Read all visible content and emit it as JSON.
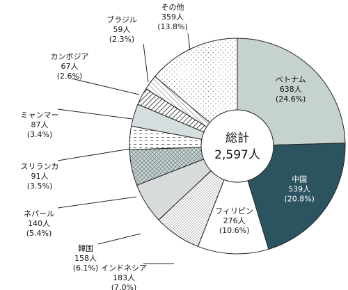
{
  "chart_data": {
    "type": "pie",
    "donut": true,
    "center": {
      "title": "総計",
      "value": "2,597人"
    },
    "start_angle_deg": 0,
    "direction": "clockwise",
    "slices": [
      {
        "name": "ベトナム",
        "count_label": "638人",
        "pct_label": "(24.6%)",
        "value": 638,
        "percent": 24.6,
        "fill": "solid",
        "color": "#c5d2d0",
        "text_color": "#111111"
      },
      {
        "name": "中国",
        "count_label": "539人",
        "pct_label": "(20.8%)",
        "value": 539,
        "percent": 20.8,
        "fill": "solid",
        "color": "#2b5460",
        "text_color": "#ffffff"
      },
      {
        "name": "フィリピン",
        "count_label": "276人",
        "pct_label": "(10.6%)",
        "value": 276,
        "percent": 10.6,
        "fill": "solid",
        "color": "#ffffff",
        "text_color": "#111111"
      },
      {
        "name": "インドネシア",
        "count_label": "183人",
        "pct_label": "(7.0%)",
        "value": 183,
        "percent": 7.0,
        "fill": "dense-dots",
        "color": "#ffffff"
      },
      {
        "name": "韓国",
        "count_label": "158人",
        "pct_label": "(6.1%)",
        "value": 158,
        "percent": 6.1,
        "fill": "solid",
        "color": "#d7dbdb"
      },
      {
        "name": "ネパール",
        "count_label": "140人",
        "pct_label": "(5.4%)",
        "value": 140,
        "percent": 5.4,
        "fill": "crosshatch",
        "color": "#c9d3d3"
      },
      {
        "name": "スリランカ",
        "count_label": "91人",
        "pct_label": "(3.5%)",
        "value": 91,
        "percent": 3.5,
        "fill": "dashes",
        "color": "#ffffff"
      },
      {
        "name": "ミャンマー",
        "count_label": "87人",
        "pct_label": "(3.4%)",
        "value": 87,
        "percent": 3.4,
        "fill": "solid",
        "color": "#d5dede"
      },
      {
        "name": "カンボジア",
        "count_label": "67人",
        "pct_label": "(2.6%)",
        "value": 67,
        "percent": 2.6,
        "fill": "diagonal-dark",
        "color": "#ffffff"
      },
      {
        "name": "ブラジル",
        "count_label": "59人",
        "pct_label": "(2.3%)",
        "value": 59,
        "percent": 2.3,
        "fill": "diagonal-light",
        "color": "#ffffff"
      },
      {
        "name": "その他",
        "count_label": "359人",
        "pct_label": "(13.8%)",
        "value": 359,
        "percent": 13.8,
        "fill": "sparse-dots",
        "color": "#ffffff"
      }
    ]
  }
}
